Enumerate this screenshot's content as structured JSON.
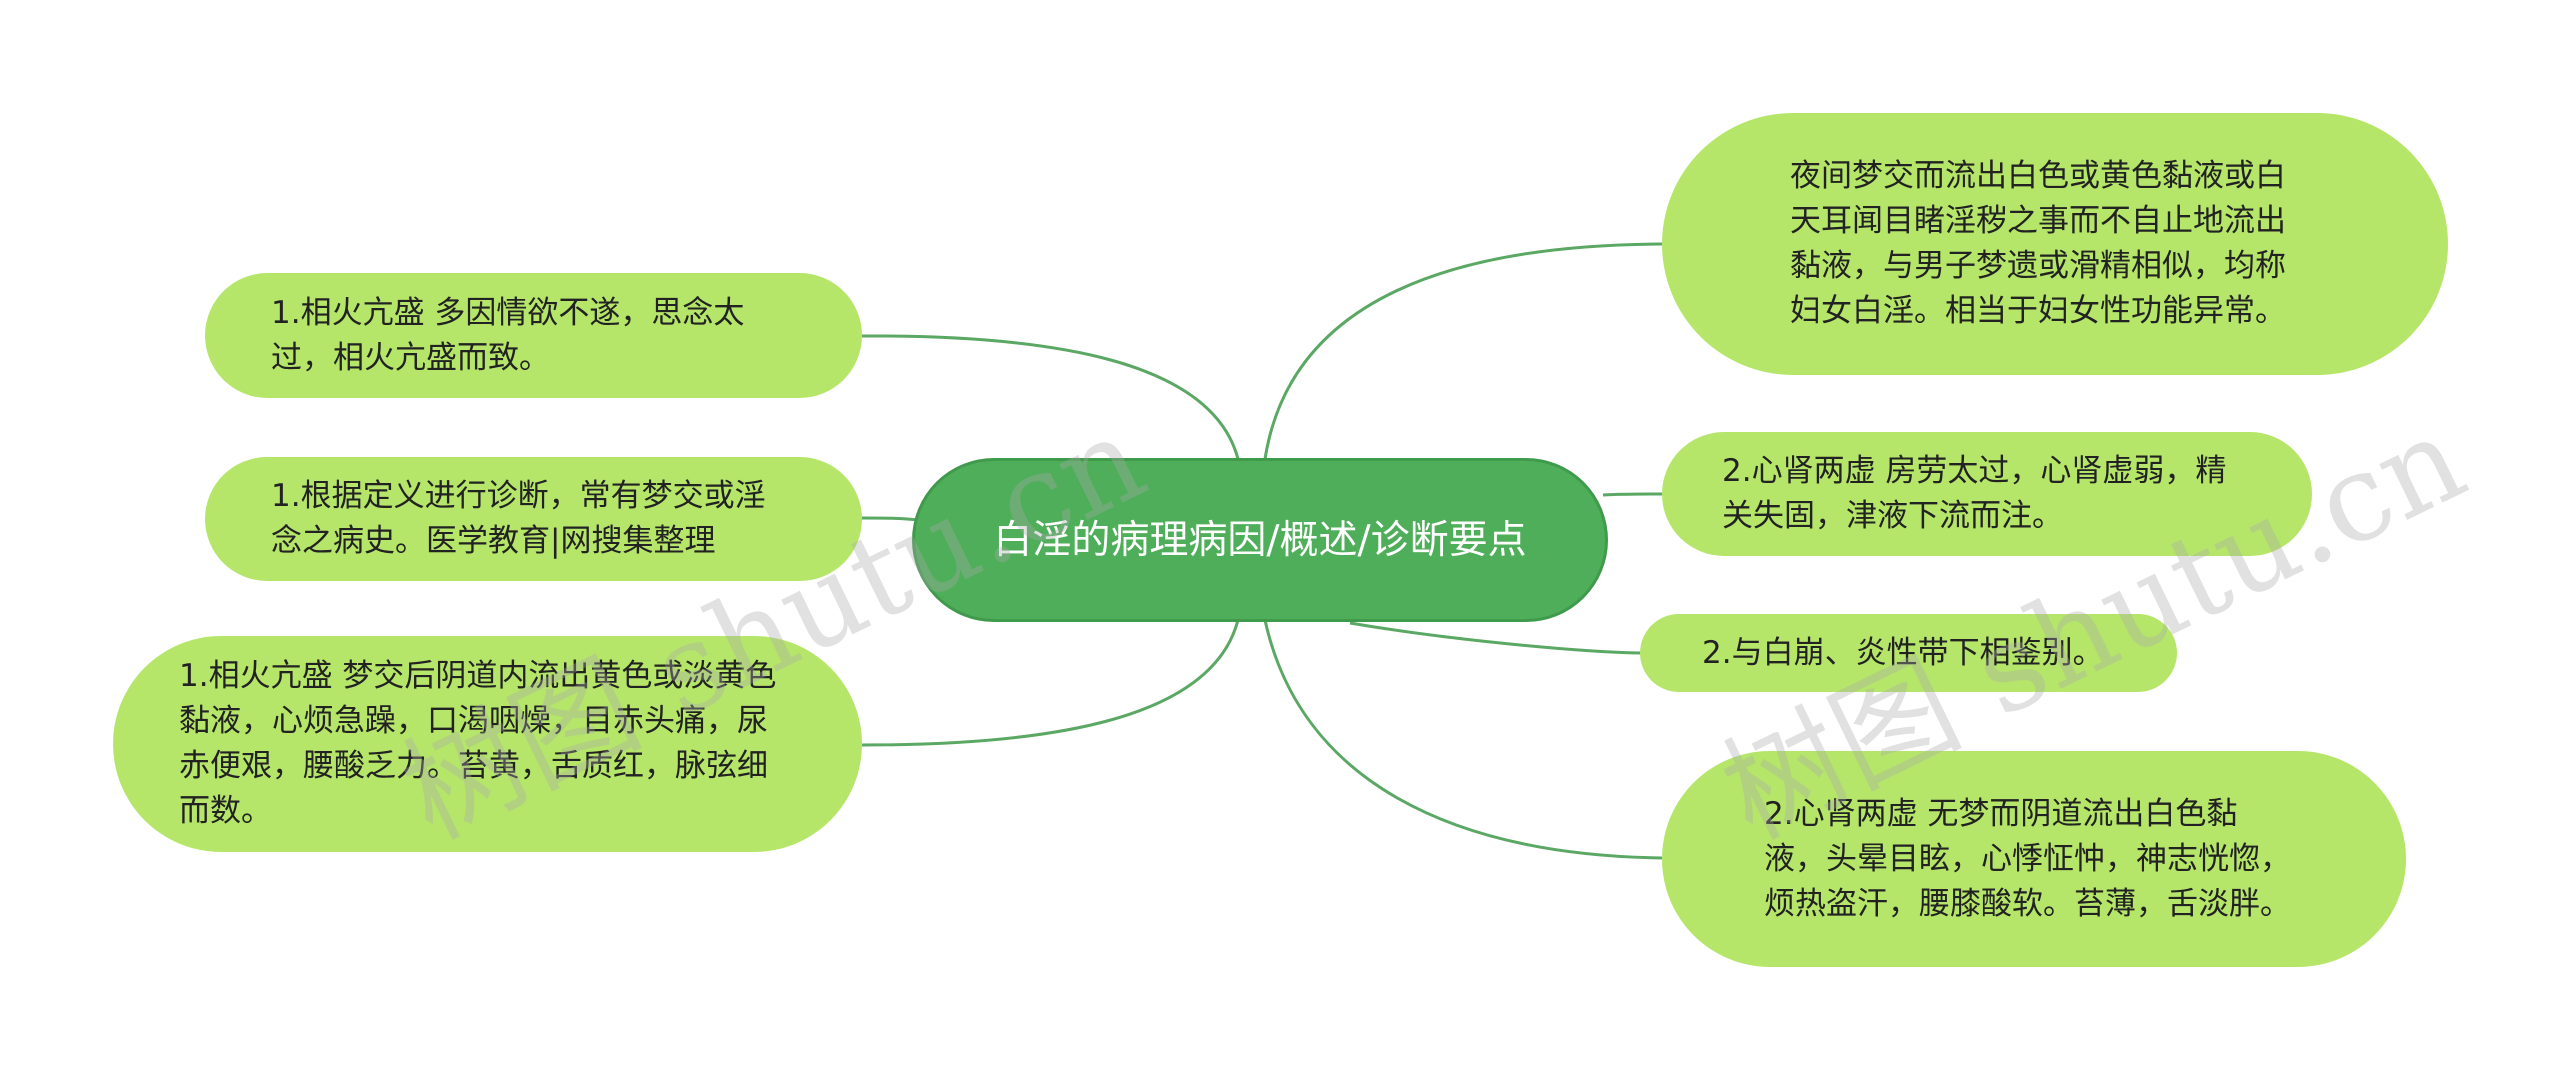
{
  "center": {
    "label": "白淫的病理病因/概述/诊断要点"
  },
  "left_nodes": [
    {
      "text": "1.相火亢盛 多因情欲不遂，思念太过，相火亢盛而致。"
    },
    {
      "text": "1.根据定义进行诊断，常有梦交或淫念之病史。医学教育|网搜集整理"
    },
    {
      "text": "1.相火亢盛 梦交后阴道内流出黄色或淡黄色黏液，心烦急躁，口渴咽燥，目赤头痛，尿赤便艰，腰酸乏力。苔黄，舌质红，脉弦细而数。"
    }
  ],
  "right_nodes": [
    {
      "text": "夜间梦交而流出白色或黄色黏液或白天耳闻目睹淫秽之事而不自止地流出黏液，与男子梦遗或滑精相似，均称妇女白淫。相当于妇女性功能异常。"
    },
    {
      "text": "2.心肾两虚 房劳太过，心肾虚弱，精关失固，津液下流而注。"
    },
    {
      "text": "2.与白崩、炎性带下相鉴别。"
    },
    {
      "text": "2.心肾两虚 无梦而阴道流出白色黏液，头晕目眩，心悸怔忡，神志恍惚，烦热盗汗，腰膝酸软。苔薄，舌淡胖。"
    }
  ],
  "watermark": "树图 shutu.cn",
  "colors": {
    "center": "#4fae5a",
    "leaf": "#b5e66a",
    "connector": "#5aa864"
  }
}
